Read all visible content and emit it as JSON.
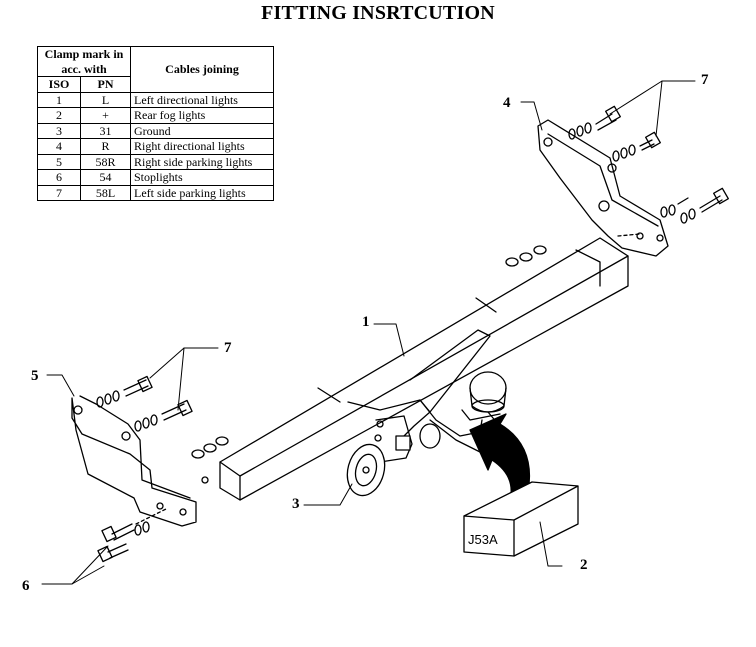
{
  "title": "FITTING INSRTCUTION",
  "legend": {
    "header_group": "Clamp mark in acc. with",
    "header_cables": "Cables joining",
    "header_iso": "ISO",
    "header_pn": "PN",
    "rows": [
      {
        "iso": "1",
        "pn": "L",
        "cable": "Left directional lights"
      },
      {
        "iso": "2",
        "pn": "+",
        "cable": "Rear fog lights"
      },
      {
        "iso": "3",
        "pn": "31",
        "cable": "Ground"
      },
      {
        "iso": "4",
        "pn": "R",
        "cable": "Right directional lights"
      },
      {
        "iso": "5",
        "pn": "58R",
        "cable": "Right side parking lights"
      },
      {
        "iso": "6",
        "pn": "54",
        "cable": "Stoplights"
      },
      {
        "iso": "7",
        "pn": "58L",
        "cable": "Left side parking lights"
      }
    ]
  },
  "callouts": {
    "c1": "1",
    "c2": "2",
    "c3": "3",
    "c4": "4",
    "c5": "5",
    "c6": "6",
    "c7a": "7",
    "c7b": "7"
  },
  "part_label": "J53A"
}
